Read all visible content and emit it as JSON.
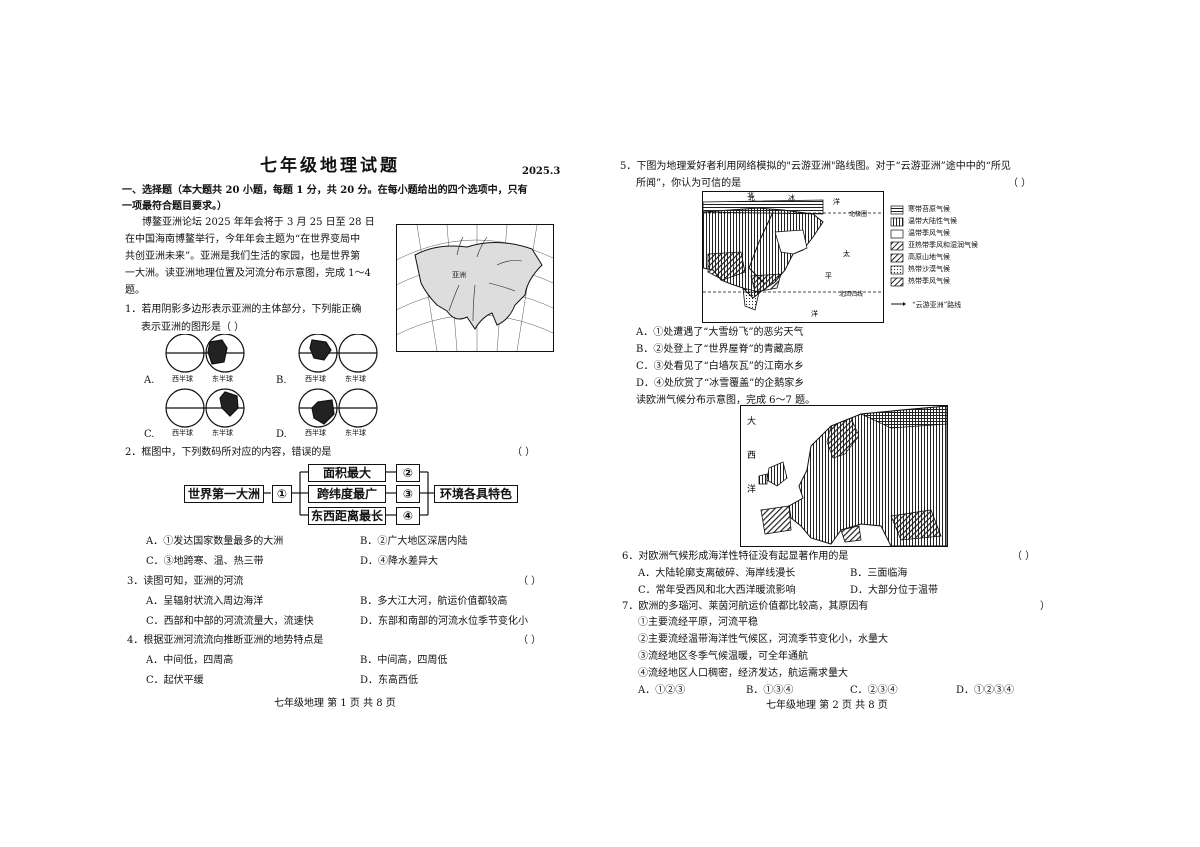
{
  "header": {
    "title": "七年级地理试题",
    "date": "2025.3"
  },
  "section1": {
    "heading_l1": "一、选择题（本大题共 20 小题，每题 1 分，共 20 分。在每小题给出的四个选项中，只有",
    "heading_l2": "一项最符合题目要求。）"
  },
  "intro": {
    "lines": [
      "博鳌亚洲论坛 2025 年年会将于 3 月 25 日至 28 日",
      "在中国海南博鳌举行，今年年会主题为“在世界变局中",
      "共创亚洲未来”。亚洲是我们生活的家园，也是世界第",
      "一大洲。读亚洲地理位置及河流分布示意图，完成 1～4",
      "题。"
    ],
    "map_label": "亚洲"
  },
  "q1": {
    "stem_l1": "1．若用阴影多边形表示亚洲的主体部分，下列能正确",
    "stem_l2": "表示亚洲的图形是（      ）",
    "options": {
      "A": "A.",
      "B": "B.",
      "C": "C.",
      "D": "D."
    },
    "west": "西半球",
    "east": "东半球"
  },
  "q2": {
    "stem": "2．框图中，下列数码所对应的内容，错误的是",
    "paren": "（      ）",
    "flow": {
      "left": "世界第一大洲",
      "n1": "①",
      "b1": "面积最大",
      "b2": "跨纬度最广",
      "b3": "东西距离最长",
      "n2": "②",
      "n3": "③",
      "n4": "④",
      "right": "环境各具特色"
    },
    "A": "A．①发达国家数量最多的大洲",
    "B": "B．②广大地区深居内陆",
    "C": "C．③地跨寒、温、热三带",
    "D": "D．④降水差异大"
  },
  "q3": {
    "stem": "3．读图可知，亚洲的河流",
    "paren": "（      ）",
    "A": "A．呈辐射状流入周边海洋",
    "B": "B．多大江大河，航运价值都较高",
    "C": "C．西部和中部的河流流量大，流速快",
    "D": "D．东部和南部的河流水位季节变化小"
  },
  "q4": {
    "stem": "4．根据亚洲河流流向推断亚洲的地势特点是",
    "paren": "（      ）",
    "A": "A．中间低，四周高",
    "B": "B．中间高，四周低",
    "C": "C．起伏平缓",
    "D": "D．东高西低"
  },
  "footer_left": "七年级地理   第 1 页   共 8 页",
  "q5": {
    "stem_l1": "5．下图为地理爱好者利用网络模拟的\"云游亚洲\"路线图。对于“云游亚洲”途中中的“所见",
    "stem_l2": "所闻”，你认为可信的是",
    "paren": "（      ）",
    "map_labels": {
      "bei": "北",
      "bing": "冰",
      "yang1": "洋",
      "arctic": "北极圈",
      "tai": "太",
      "ping": "平",
      "yang2": "洋",
      "tropic": "北回归线"
    },
    "legend": [
      "寒带苔原气候",
      "温带大陆性气候",
      "温带季风气候",
      "亚热带季风和湿润气候",
      "高原山地气候",
      "热带沙漠气候",
      "热带季风气候"
    ],
    "route_legend": "“云游亚洲”路线",
    "A": "A．①处遭遇了“大雪纷飞”的恶劣天气",
    "B": "B．②处登上了“世界屋脊”的青藏高原",
    "C": "C．③处看见了“白墙灰瓦”的江南水乡",
    "D": "D．④处欣赏了“冰雪覆盖”的企鹅家乡"
  },
  "europe_intro": "读欧洲气候分布示意图，完成 6～7 题。",
  "europe_map": {
    "da": "大",
    "xi": "西",
    "yang": "洋"
  },
  "q6": {
    "stem": "6．对欧洲气候形成海洋性特征没有起显著作用的是",
    "paren": "（      ）",
    "A": "A．大陆轮廓支离破碎、海岸线漫长",
    "B": "B．三面临海",
    "C": "C．常年受西风和北大西洋暖流影响",
    "D": "D．大部分位于温带"
  },
  "q7": {
    "stem": "7．欧洲的多瑙河、莱茵河航运价值都比较高，其原因有",
    "paren": "）",
    "s1": "①主要流经平原，河流平稳",
    "s2": "②主要流经温带海洋性气候区，河流季节变化小，水量大",
    "s3": "③流经地区冬季气候温暖，可全年通航",
    "s4": "④流经地区人口稠密，经济发达，航运需求量大",
    "A": "A．①②③",
    "B": "B．①③④",
    "C": "C．②③④",
    "D": "D．①②③④"
  },
  "footer_right": "七年级地理   第 2 页   共 8 页"
}
